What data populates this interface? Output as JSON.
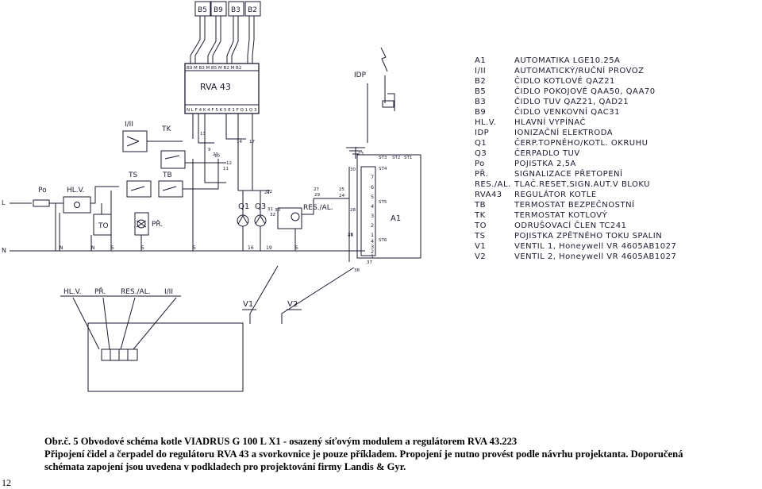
{
  "diagram": {
    "top_terminals": [
      "B5",
      "B9",
      "B3",
      "B2"
    ],
    "rva": {
      "label": "RVA 43",
      "top_pins": "B9 M B3 M B5 M B2 M B2",
      "bottom_pins": "N L F 4 K 4 F 5 K 5 E 1 F Q 1 Q 3"
    },
    "idp": "IDP",
    "a1": "A1",
    "labels": {
      "l": "L",
      "n": "N",
      "po": "Po",
      "hlv": "HL.V.",
      "i_ii": "I/II",
      "tk": "TK",
      "ts": "TS",
      "tb": "TB",
      "to": "TO",
      "pr": "PŘ.",
      "q1": "Q1",
      "q3": "Q3",
      "res_al": "RES./AL.",
      "v1": "V1",
      "v2": "V2"
    },
    "panel_labels": [
      "HL.V.",
      "PŘ.",
      "RES./AL.",
      "I/II"
    ],
    "stb_labels": [
      "ST3",
      "ST4",
      "ST5",
      "ST6",
      "ST2",
      "ST1"
    ],
    "wire_numbers": [
      "13",
      "9",
      "10",
      "11",
      "12",
      "14",
      "17",
      "20",
      "21",
      "22",
      "23",
      "24",
      "25",
      "26",
      "27",
      "28",
      "29",
      "30",
      "31",
      "32",
      "33",
      "36",
      "37",
      "38"
    ],
    "n_terminals": [
      "N",
      "N",
      "5",
      "5",
      "5",
      "16",
      "19",
      "5"
    ],
    "terminal_strip": [
      "7",
      "6",
      "5",
      "4",
      "3",
      "2",
      "1",
      "4",
      "3",
      "2",
      "1"
    ]
  },
  "legend": [
    {
      "code": "A1",
      "desc": "AUTOMATIKA LGE10.25A"
    },
    {
      "code": "I/II",
      "desc": "AUTOMATICKÝ/RUČNÍ PROVOZ"
    },
    {
      "code": "B2",
      "desc": "ČIDLO KOTLOVÉ QAZ21"
    },
    {
      "code": "B5",
      "desc": "ČIDLO POKOJOVÉ QAA50, QAA70"
    },
    {
      "code": "B3",
      "desc": "ČIDLO TUV QAZ21, QAD21"
    },
    {
      "code": "B9",
      "desc": "ČIDLO VENKOVNÍ QAC31"
    },
    {
      "code": "HL.V.",
      "desc": "HLAVNÍ VYPÍNAČ"
    },
    {
      "code": "IDP",
      "desc": "IONIZAČNÍ ELEKTRODA"
    },
    {
      "code": "Q1",
      "desc": "ČERP.TOPNÉHO/KOTL. OKRUHU"
    },
    {
      "code": "Q3",
      "desc": "ČERPADLO TUV"
    },
    {
      "code": "Po",
      "desc": "POJISTKA 2,5A"
    },
    {
      "code": "PŘ.",
      "desc": "SIGNALIZACE PŘETOPENÍ"
    },
    {
      "code": "RES./AL.",
      "desc": "TLAČ.RESET,SIGN.AUT.V BLOKU"
    },
    {
      "code": "RVA43",
      "desc": "REGULÁTOR KOTLE"
    },
    {
      "code": "TB",
      "desc": "TERMOSTAT BEZPEČNOSTNÍ"
    },
    {
      "code": "TK",
      "desc": "TERMOSTAT KOTLOVÝ"
    },
    {
      "code": "TO",
      "desc": "ODRUŠOVACÍ ČLEN TC241"
    },
    {
      "code": "TS",
      "desc": "POJISTKA ZPĚTNÉHO TOKU SPALIN"
    },
    {
      "code": "V1",
      "desc": "VENTIL 1, Honeywell VR 4605AB1027"
    },
    {
      "code": "V2",
      "desc": "VENTIL 2, Honeywell VR 4605AB1027"
    }
  ],
  "caption": {
    "line1": "Obr.č. 5 Obvodové schéma kotle VIADRUS G 100 L X1 - osazený síťovým modulem a regulátorem RVA 43.223",
    "line2": "Připojení čidel a čerpadel do regulátoru RVA 43 a svorkovnice je pouze příkladem. Propojení je nutno provést podle návrhu projektanta. Doporučená",
    "line3": "schémata zapojení jsou uvedena v podkladech pro projektování firmy Landis & Gyr."
  },
  "page_number": "12"
}
